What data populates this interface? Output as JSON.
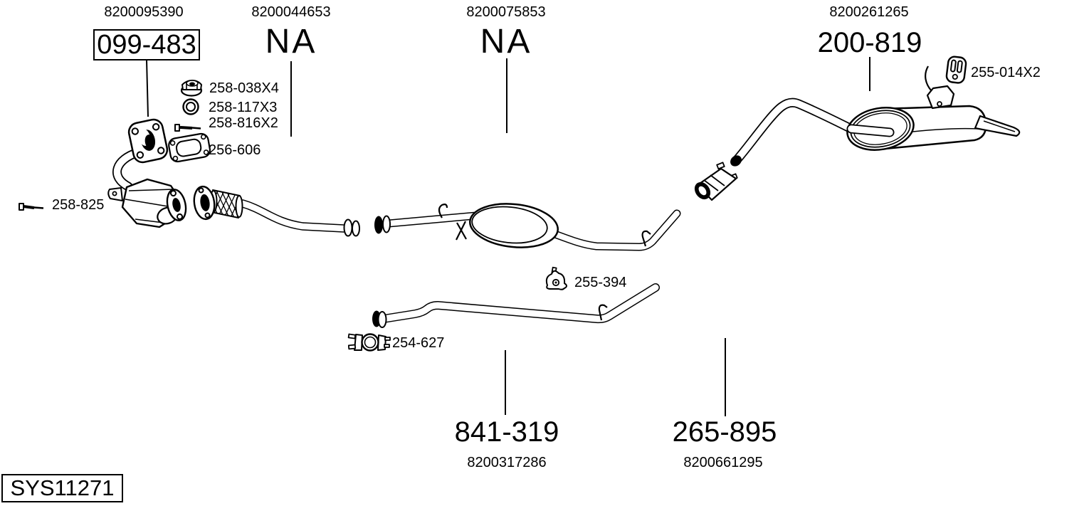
{
  "diagram": {
    "code": "SYS11271",
    "colors": {
      "line": "#000000",
      "background": "#ffffff"
    },
    "top_groups": [
      {
        "oem": "8200095390",
        "part": "099-483"
      },
      {
        "oem": "8200044653",
        "part": "NA"
      },
      {
        "oem": "8200075853",
        "part": "NA"
      },
      {
        "oem": "8200261265",
        "part": "200-819"
      }
    ],
    "bottom_groups": [
      {
        "part": "841-319",
        "oem": "8200317286"
      },
      {
        "part": "265-895",
        "oem": "8200661295"
      }
    ],
    "hardware_labels": [
      {
        "id": "258-038X4",
        "icon": "flange-nut"
      },
      {
        "id": "258-117X3",
        "icon": "washer"
      },
      {
        "id": "258-816X2",
        "icon": "bolt"
      },
      {
        "id": "256-606",
        "icon": "gasket"
      },
      {
        "id": "258-825",
        "icon": "bolt"
      },
      {
        "id": "255-014X2",
        "icon": "rubber-hanger"
      },
      {
        "id": "255-394",
        "icon": "rubber-mount"
      },
      {
        "id": "254-627",
        "icon": "pipe-clamp"
      }
    ]
  }
}
